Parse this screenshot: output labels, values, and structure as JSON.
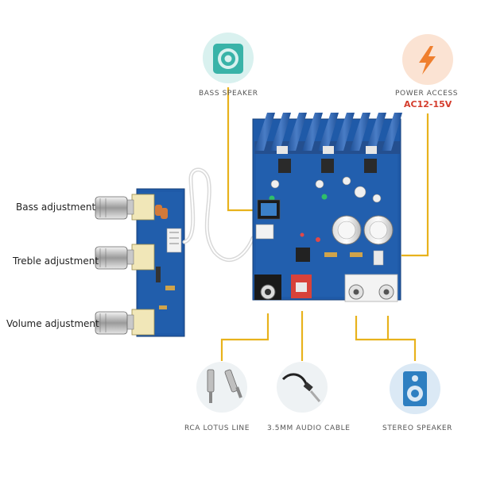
{
  "labels": {
    "bass_speaker": "BASS SPEAKER",
    "power_access": "POWER ACCESS",
    "power_voltage": "AC12-15V",
    "bass_adjustment": "Bass adjustment",
    "treble_adjustment": "Treble adjustment",
    "volume_adjustment": "Volume adjustment",
    "rca_lotus_line": "RCA LOTUS LINE",
    "audio_cable": "3.5MM AUDIO CABLE",
    "stereo_speaker": "STEREO SPEAKER"
  },
  "icons": {
    "bass_speaker": "speaker-cone-icon",
    "power_access": "lightning-bolt-icon",
    "rca_lotus_line": "rca-plug-icon",
    "audio_cable": "audio-jack-icon",
    "stereo_speaker": "stereo-speaker-icon"
  },
  "colors": {
    "leader_line": "#e8b21c",
    "pcb_blue": "#1f5aa8",
    "heatsink": "#2c5fa8",
    "icon_teal_bg": "#d9f1ef",
    "icon_orange_bg": "#fbe3d3",
    "icon_blue_bg": "#dbe9f5",
    "accent_red": "#d43c2c"
  }
}
